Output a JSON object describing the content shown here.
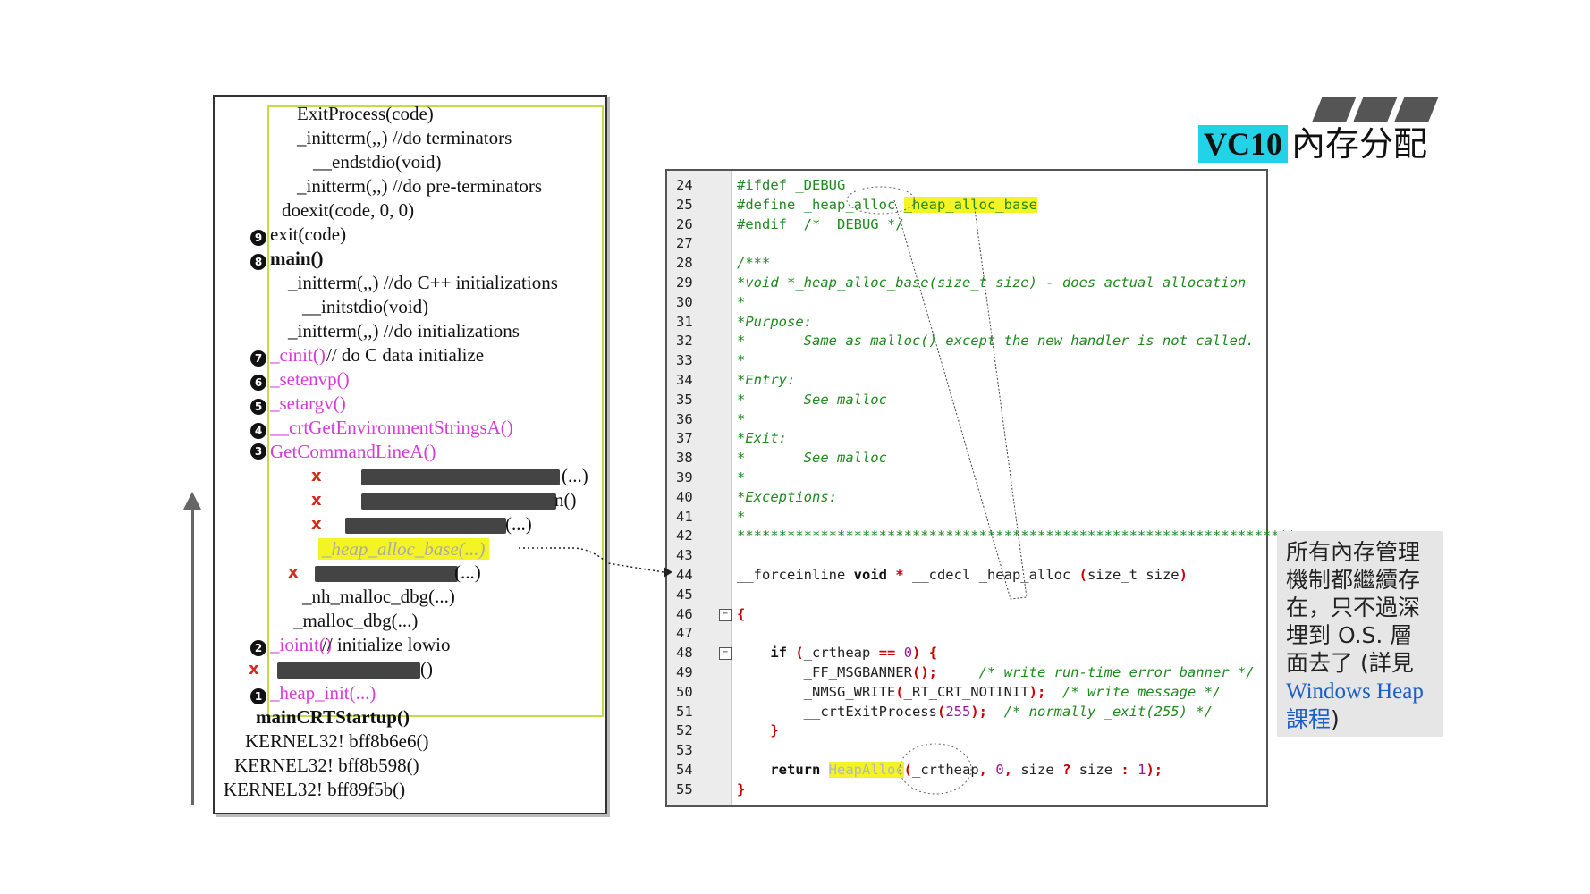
{
  "header": {
    "badge": "VC10",
    "title": "內存分配"
  },
  "call_stack": {
    "lines": [
      {
        "text": "ExitProcess(code)"
      },
      {
        "text": "_initterm(,,)    //do terminators"
      },
      {
        "text": "__endstdio(void)"
      },
      {
        "text": "_initterm(,,)    //do pre-terminators"
      },
      {
        "text": "doexit(code, 0, 0)"
      },
      {
        "text": "exit(code)",
        "num": "9"
      },
      {
        "text": "main()",
        "num": "8"
      },
      {
        "text": "_initterm(,,)   //do C++ initializations"
      },
      {
        "text": "__initstdio(void)"
      },
      {
        "text": "_initterm(,,)   //do initializations"
      },
      {
        "text": "_cinit()",
        "extra": "  // do C data initialize",
        "num": "7"
      },
      {
        "text": "_setenvp()",
        "num": "6"
      },
      {
        "text": "_setargv()",
        "num": "5"
      },
      {
        "text": "__crtGetEnvironmentStringsA()",
        "num": "4"
      },
      {
        "text": "GetCommandLineA()",
        "num": "3"
      },
      {
        "text": "(...)"
      },
      {
        "text": "n()"
      },
      {
        "text": "(...)"
      },
      {
        "text": "_heap_alloc_base(...)"
      },
      {
        "text": "(...)"
      },
      {
        "text": "_nh_malloc_dbg(...)"
      },
      {
        "text": "_malloc_dbg(...)"
      },
      {
        "text": "_ioinit()",
        "extra": "  // initialize lowio",
        "num": "2"
      },
      {
        "text": "()"
      },
      {
        "text": "_heap_init(...)",
        "num": "1"
      },
      {
        "text": "mainCRTStartup()"
      },
      {
        "text": "KERNEL32! bff8b6e6()"
      },
      {
        "text": "KERNEL32! bff8b598()"
      },
      {
        "text": "KERNEL32! bff89f5b()"
      }
    ],
    "x_mark": "x"
  },
  "code": {
    "lines": [
      {
        "n": "24",
        "text": "#ifdef _DEBUG"
      },
      {
        "n": "25",
        "text": "#define _heap_alloc _heap_alloc_base"
      },
      {
        "n": "26",
        "text": "#endif  /* _DEBUG */"
      },
      {
        "n": "27",
        "text": ""
      },
      {
        "n": "28",
        "text": "/***"
      },
      {
        "n": "29",
        "text": "*void *_heap_alloc_base(size_t size) - does actual allocation"
      },
      {
        "n": "30",
        "text": "*"
      },
      {
        "n": "31",
        "text": "*Purpose:"
      },
      {
        "n": "32",
        "text": "*       Same as malloc() except the new handler is not called."
      },
      {
        "n": "33",
        "text": "*"
      },
      {
        "n": "34",
        "text": "*Entry:"
      },
      {
        "n": "35",
        "text": "*       See malloc"
      },
      {
        "n": "36",
        "text": "*"
      },
      {
        "n": "37",
        "text": "*Exit:"
      },
      {
        "n": "38",
        "text": "*       See malloc"
      },
      {
        "n": "39",
        "text": "*"
      },
      {
        "n": "40",
        "text": "*Exceptions:"
      },
      {
        "n": "41",
        "text": "*"
      },
      {
        "n": "42",
        "text": "*******************************************************************"
      },
      {
        "n": "43",
        "text": ""
      },
      {
        "n": "44",
        "text": "__forceinline void * __cdecl _heap_alloc (size_t size)"
      },
      {
        "n": "45",
        "text": ""
      },
      {
        "n": "46",
        "text": "{"
      },
      {
        "n": "47",
        "text": ""
      },
      {
        "n": "48",
        "text": "    if (_crtheap == 0) {"
      },
      {
        "n": "49",
        "text": "        _FF_MSGBANNER();     /* write run-time error banner */"
      },
      {
        "n": "50",
        "text": "        _NMSG_WRITE(_RT_CRT_NOTINIT);  /* write message */"
      },
      {
        "n": "51",
        "text": "        __crtExitProcess(255);  /* normally _exit(255) */"
      },
      {
        "n": "52",
        "text": "    }"
      },
      {
        "n": "53",
        "text": ""
      },
      {
        "n": "54",
        "text": "    return HeapAlloc(_crtheap, 0, size ? size : 1);"
      },
      {
        "n": "55",
        "text": "}"
      }
    ]
  },
  "note": {
    "text": "所有內存管理機制都繼續存在，只不過深埋到 O.S. 層面去了 (詳見",
    "link": "Windows Heap 課程",
    "close": ")"
  },
  "colors": {
    "accent": "#22d3e8",
    "highlight": "#f3f325",
    "magenta": "#d63bd6",
    "x_red": "#d42b1e",
    "frame_green": "#c8d94a"
  }
}
